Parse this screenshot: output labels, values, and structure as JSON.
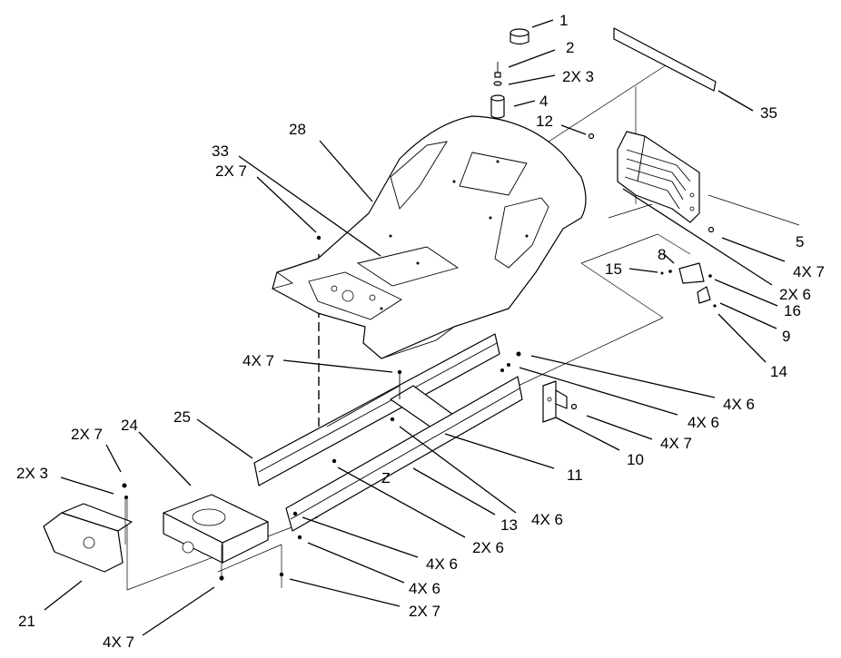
{
  "callouts": {
    "c1": "1",
    "c2": "2",
    "c3_2x": "2X 3",
    "c4": "4",
    "c12": "12",
    "c35": "35",
    "c28": "28",
    "c33": "33",
    "c7_2x_top": "2X 7",
    "c5": "5",
    "c7_4x_right": "4X 7",
    "c8": "8",
    "c15": "15",
    "c6_2x_right": "2X 6",
    "c16": "16",
    "c9": "9",
    "c14": "14",
    "c7_4x_mid": "4X 7",
    "c6_4x_a": "4X 6",
    "c6_4x_b": "4X 6",
    "c7_4x_c": "4X 7",
    "c10": "10",
    "c25": "25",
    "c11": "11",
    "c24": "24",
    "c7_2x_left": "2X 7",
    "c3_2x_left": "2X 3",
    "c13": "13",
    "c6_4x_c": "4X 6",
    "c6_2x_mid": "2X 6",
    "c6_4x_d": "4X 6",
    "c6_4x_e": "4X 6",
    "c7_2x_bottom": "2X 7",
    "c21": "21",
    "c7_4x_bottom": "4X 7"
  },
  "marks": {
    "z": "Z"
  }
}
